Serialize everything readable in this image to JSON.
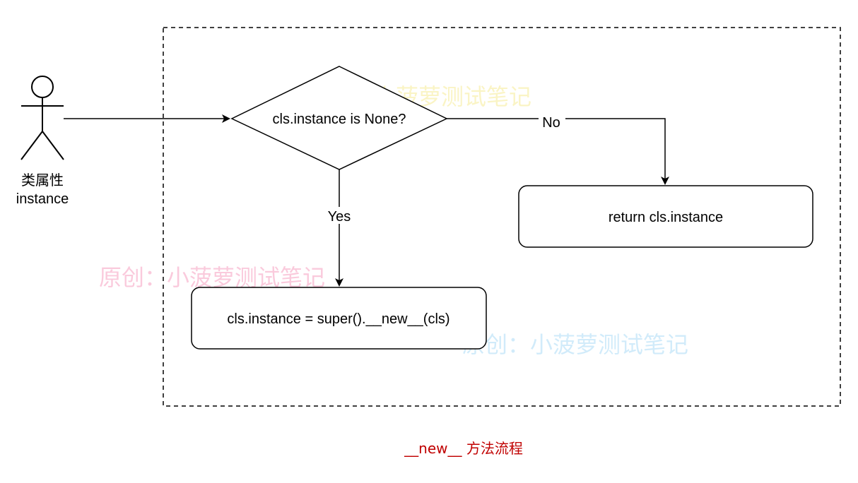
{
  "actor": {
    "line1": "类属性",
    "line2": "instance"
  },
  "decision": {
    "label": "cls.instance is None?"
  },
  "edges": {
    "no_label": "No",
    "yes_label": "Yes"
  },
  "process_return": {
    "label": "return cls.instance"
  },
  "process_assign": {
    "label": "cls.instance = super().__new__(cls)"
  },
  "caption": {
    "text": "__new__ 方法流程",
    "color": "#C00000"
  },
  "watermarks": [
    {
      "text": "原创：小菠萝测试笔记",
      "color": "#F2E15B"
    },
    {
      "text": "原创：小菠萝测试笔记",
      "color": "#F26B9E"
    },
    {
      "text": "原创：小菠萝测试笔记",
      "color": "#7DC8F2"
    }
  ]
}
